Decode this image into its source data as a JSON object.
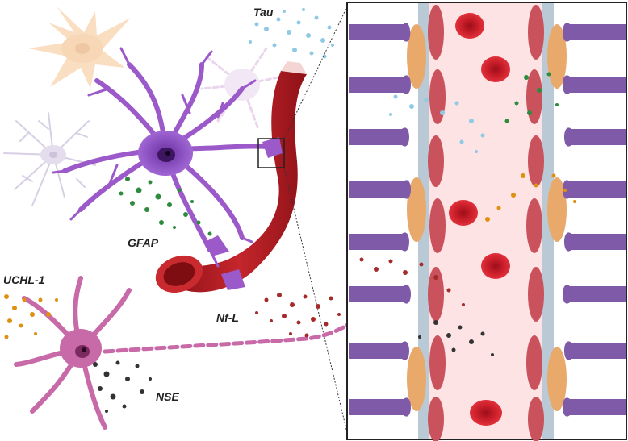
{
  "labels": {
    "tau": "Tau",
    "gfap": "GFAP",
    "uchl1": "UCHL-1",
    "nfl": "Nf-L",
    "nse": "NSE"
  },
  "colors": {
    "astrocyte": "#9b59c9",
    "astrocyte_dark": "#5b2a8c",
    "vessel": "#b3191f",
    "vessel_dark": "#7a0f14",
    "neuron": "#c86aa8",
    "lumen": "#fde3e3",
    "rbc": "#d8232f",
    "endothelium": "#c9525c",
    "pericyte": "#e8a96a",
    "tau_marker": "#8ecae6",
    "gfap_marker": "#2e8b3e",
    "uchl1_marker": "#e0900f",
    "nfl_marker": "#a52a2a",
    "nse_marker": "#333333"
  }
}
